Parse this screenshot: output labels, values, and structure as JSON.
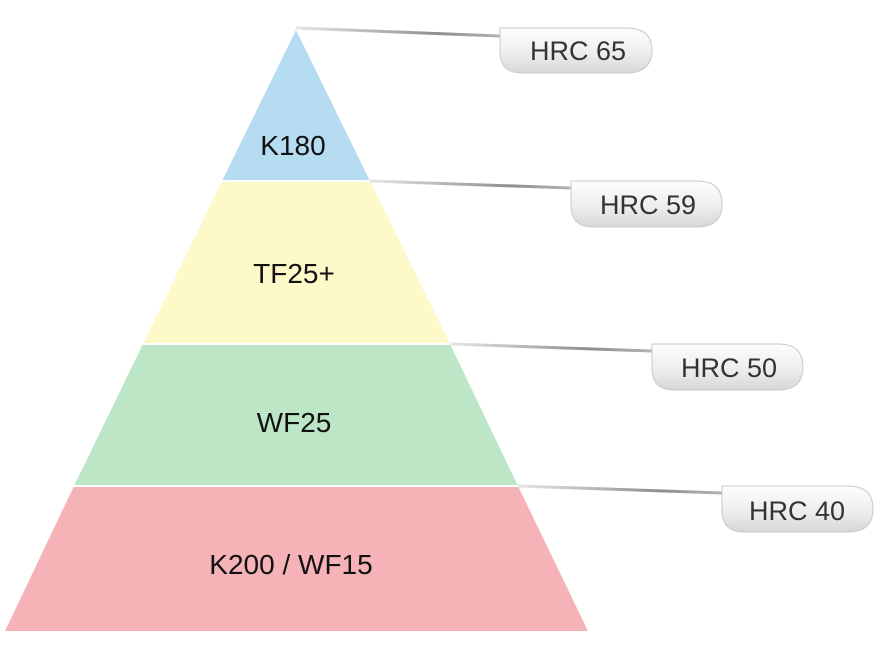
{
  "tiers": [
    {
      "label": "K180",
      "color": "#b6dcf2"
    },
    {
      "label": "TF25+",
      "color": "#fdf9c8"
    },
    {
      "label": "WF25",
      "color": "#bce6c6"
    },
    {
      "label": "K200 / WF15",
      "color": "#f5b3b7"
    }
  ],
  "hardness_badges": [
    {
      "label": "HRC 65"
    },
    {
      "label": "HRC 59"
    },
    {
      "label": "HRC 50"
    },
    {
      "label": "HRC 40"
    }
  ]
}
